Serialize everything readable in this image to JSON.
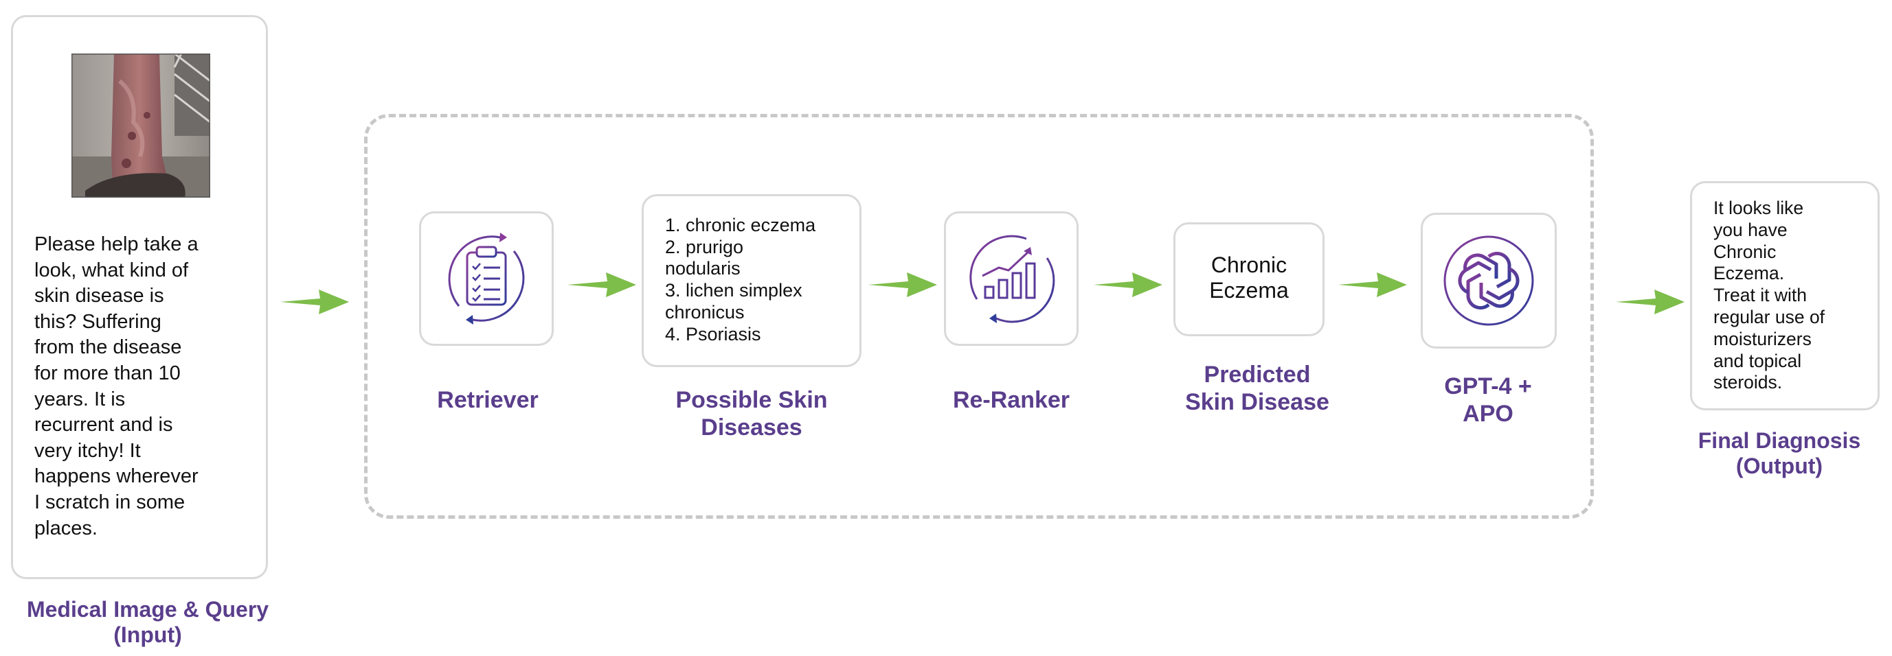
{
  "input": {
    "query": "Please help take a\nlook, what kind of\nskin disease is\nthis? Suffering\nfrom the disease\nfor more than 10\nyears.  It is\nrecurrent and is\nvery itchy!  It\nhappens wherever\nI scratch in some\nplaces.",
    "label": "Medical Image & Query\n(Input)"
  },
  "retriever": {
    "label": "Retriever",
    "icon": "clipboard-checklist-icon"
  },
  "possible": {
    "items": "1. chronic eczema\n2. prurigo\nnodularis\n3. lichen simplex\nchronicus\n4. Psoriasis",
    "label": "Possible Skin\nDiseases"
  },
  "reranker": {
    "label": "Re-Ranker",
    "icon": "bar-chart-cycle-icon"
  },
  "predicted": {
    "value": "Chronic\nEczema",
    "label": "Predicted\nSkin Disease"
  },
  "gpt": {
    "label": "GPT-4 +\nAPO",
    "icon": "openai-knot-icon"
  },
  "output": {
    "text": "It looks like\nyou have\nChronic\nEczema.\nTreat it with\nregular use of\nmoisturizers\nand topical\nsteroids.",
    "label": "Final Diagnosis\n(Output)"
  },
  "colors": {
    "accent": "#5a3e8c",
    "arrow": "#7dbd4a",
    "border": "#d9d9d9",
    "dashed": "#c8c8c8"
  }
}
